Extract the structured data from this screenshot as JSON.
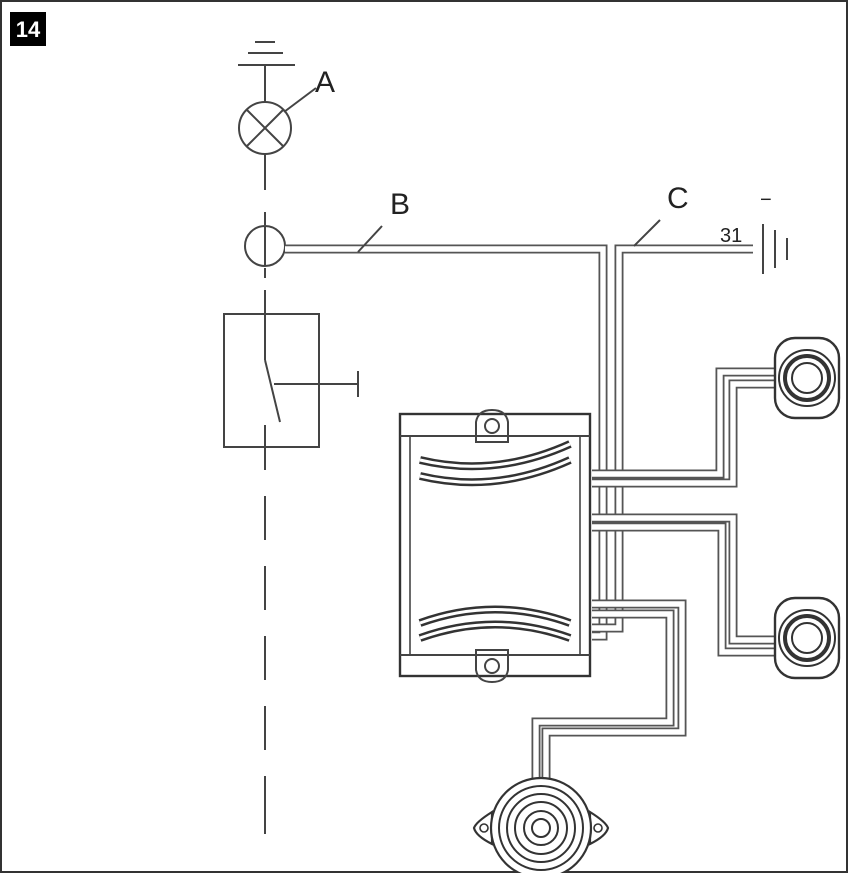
{
  "figure": {
    "badge": "14",
    "labels": {
      "a": "A",
      "b": "B",
      "c": "C",
      "terminal": "31",
      "ground_sign": "−"
    }
  },
  "components": {
    "lamp": "lamp-symbol",
    "connector": "connector-symbol",
    "switch": "switch-symbol",
    "module": "control-module",
    "speaker_top": "speaker",
    "speaker_bottom": "speaker",
    "buzzer": "buzzer",
    "ground": "ground-symbol"
  },
  "colors": {
    "line": "#444444",
    "background": "#ffffff",
    "badge": "#000000"
  }
}
